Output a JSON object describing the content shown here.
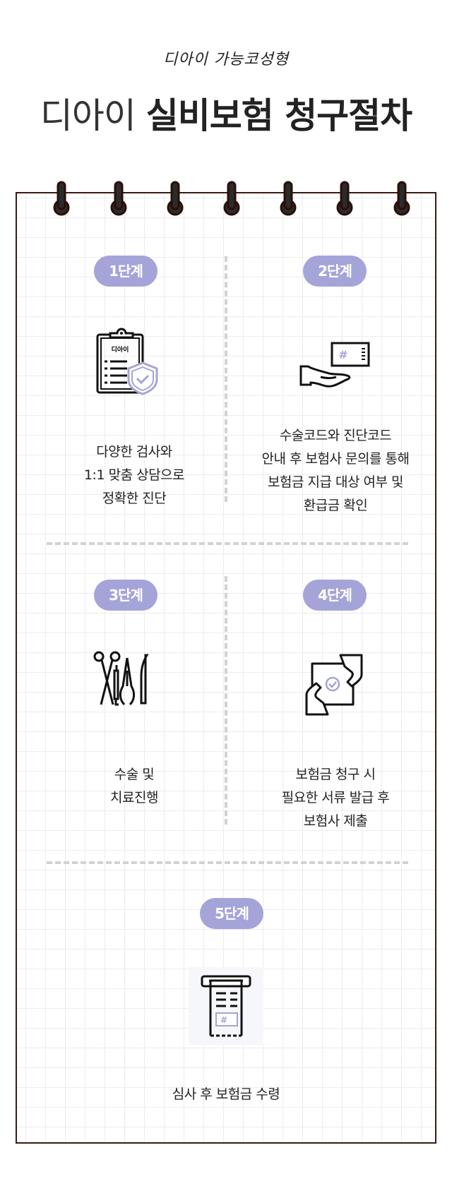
{
  "header": {
    "subtitle": "디아이 가능코성형",
    "title_light": "디아이",
    "title_bold": "실비보험 청구절차"
  },
  "steps": [
    {
      "badge": "1단계",
      "icon": "clipboard-shield-icon",
      "icon_label": "디아이",
      "lines": [
        "다양한 검사와",
        "1:1 맞춤 상담으로",
        "정확한 진단"
      ]
    },
    {
      "badge": "2단계",
      "icon": "hand-receiving-card-icon",
      "lines": [
        "수술코드와 진단코드",
        "안내 후 보험사 문의를 통해",
        "보험금 지급 대상 여부 및",
        "환급금 확인"
      ]
    },
    {
      "badge": "3단계",
      "icon": "surgical-tools-icon",
      "lines": [
        "수술 및",
        "치료진행"
      ]
    },
    {
      "badge": "4단계",
      "icon": "document-handover-icon",
      "lines": [
        "보험금 청구 시",
        "필요한 서류 발급 후",
        "보험사 제출"
      ]
    },
    {
      "badge": "5단계",
      "icon": "receipt-printer-icon",
      "lines": [
        "심사 후 보험금 수령"
      ]
    }
  ],
  "colors": {
    "accent": "#a5a4d9",
    "frame": "#3a1a14",
    "text": "#222222"
  }
}
